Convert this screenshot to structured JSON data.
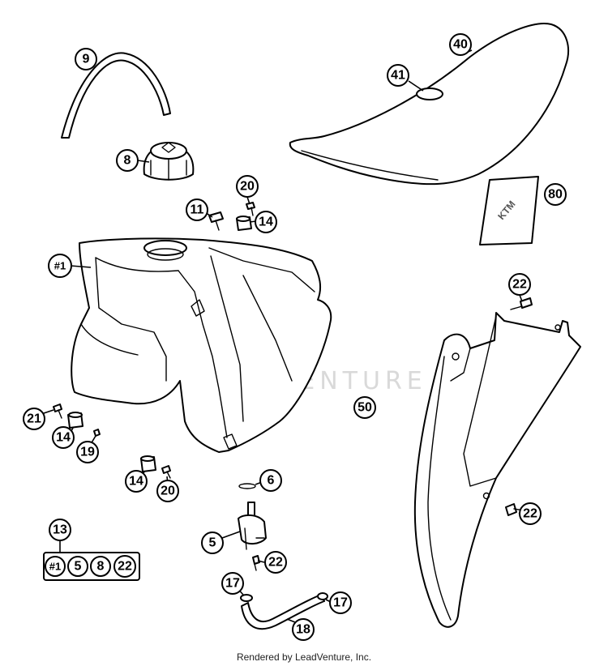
{
  "watermark": "LEADVENTURE",
  "footer": "Rendered by LeadVenture, Inc.",
  "callouts": {
    "c9": "9",
    "c8": "8",
    "c40": "40",
    "c41": "41",
    "c80": "80",
    "c20a": "20",
    "c11": "11",
    "c14a": "14",
    "c1": "#1",
    "c22a": "22",
    "c50": "50",
    "c21": "21",
    "c14b": "14",
    "c19": "19",
    "c14c": "14",
    "c20b": "20",
    "c6": "6",
    "c5": "5",
    "c22b": "22",
    "c22c": "22",
    "c13": "13",
    "c17a": "17",
    "c17b": "17",
    "c18": "18"
  },
  "kit": {
    "k1": "#1",
    "k5": "5",
    "k8": "8",
    "k22": "22"
  },
  "decal_text": "KTM"
}
